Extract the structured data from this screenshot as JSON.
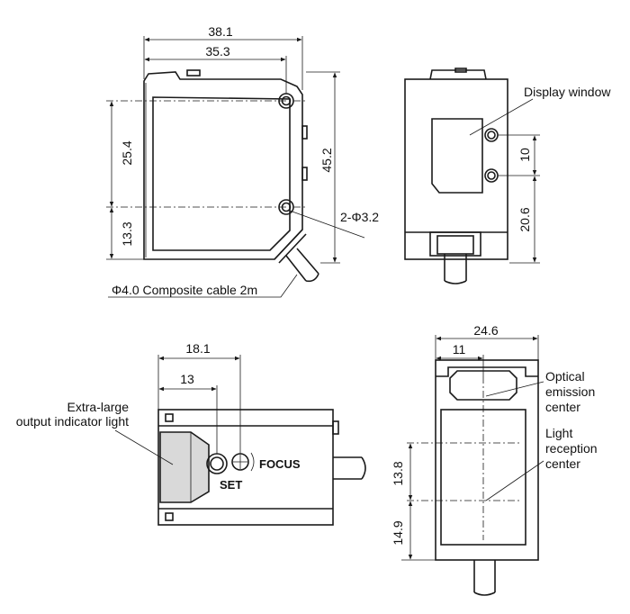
{
  "front_view": {
    "dim_width_outer": "38.1",
    "dim_width_inner": "35.3",
    "dim_height_mid": "25.4",
    "dim_height_low": "13.3",
    "dim_height_total": "45.2",
    "hole_callout": "2-Φ3.2",
    "cable_callout": "Φ4.0 Composite cable 2m"
  },
  "side_view": {
    "display_window_label": "Display window",
    "dim_hole_pitch": "10",
    "dim_hole_bottom": "20.6"
  },
  "top_view": {
    "dim_outer": "18.1",
    "dim_inner": "13",
    "indicator_label_line1": "Extra-large",
    "indicator_label_line2": "output indicator light",
    "set_label": "SET",
    "focus_label": "FOCUS"
  },
  "back_view": {
    "dim_width": "24.6",
    "dim_offset": "11",
    "dim_center_spacing": "13.8",
    "dim_bottom": "14.9",
    "emission_label_line1": "Optical",
    "emission_label_line2": "emission",
    "emission_label_line3": "center",
    "reception_label_line1": "Light",
    "reception_label_line2": "reception",
    "reception_label_line3": "center"
  }
}
